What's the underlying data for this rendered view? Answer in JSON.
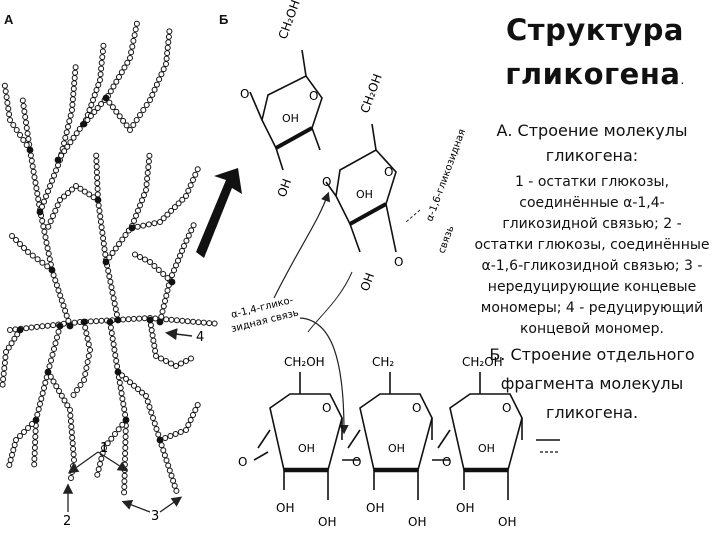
{
  "panel_a_letter": "А",
  "panel_b_letter": "Б",
  "title": {
    "line1": "Структура",
    "line2": "гликогена",
    "dot": "."
  },
  "caption": {
    "part_a": "А. Строение молекулы гликогена:",
    "list": "1 - остатки глюкозы, соединённые α-1,4-гликозидной связью; 2 - остатки глюкозы, соединённые α-1,6-гликозидной связью; 3 - нередуцирующие концевые мономеры; 4 - редуцирующий концевой мономер.",
    "part_b": "Б. Строение отдельного фрагмента молекулы гликогена."
  },
  "diagram_labels": {
    "marker_1": "1",
    "marker_2": "2",
    "marker_3": "3",
    "marker_4": "4",
    "ch2oh": "CH₂OH",
    "ch2": "CH₂",
    "oh": "OH",
    "o": "O",
    "link_16_line1": "α-1,6-гликозидная",
    "link_16_line2": "связь",
    "link_14_line1": "α-1,4-глико-",
    "link_14_line2": "зидная связь"
  }
}
